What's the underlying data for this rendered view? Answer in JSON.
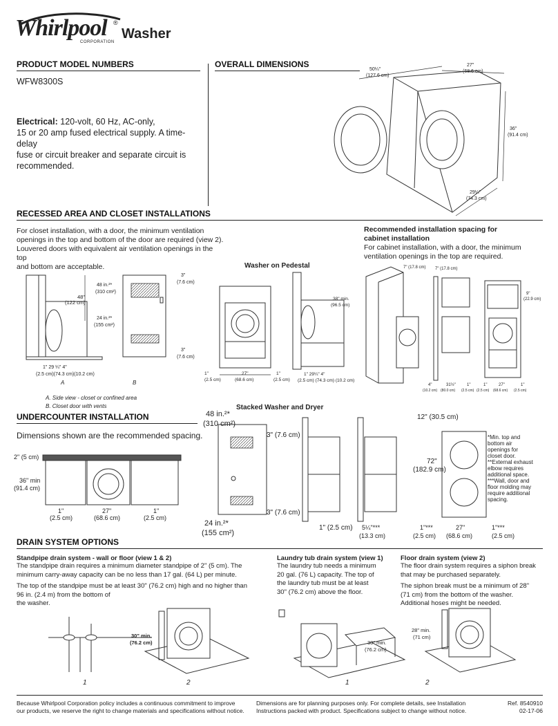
{
  "header": {
    "brand": "Whirlpool",
    "brand_reg": "®",
    "brand_corp": "CORPORATION",
    "product": "Washer"
  },
  "model": {
    "title": "PRODUCT MODEL NUMBERS",
    "number": "WFW8300S",
    "electrical_label": "Electrical:",
    "electrical_text": " 120-volt, 60 Hz, AC-only,",
    "electrical_lines": [
      "15 or 20 amp fused electrical supply. A time-delay",
      "fuse or circuit breaker and separate circuit is",
      "recommended."
    ]
  },
  "overall": {
    "title": "OVERALL DIMENSIONS",
    "dims": {
      "width_door": "50¼\"",
      "width_door_cm": "(127.6 cm)",
      "width": "27\"",
      "width_cm": "(68.6 cm)",
      "height": "36\"",
      "height_cm": "(91.4 cm)",
      "depth": "29¼\"",
      "depth_cm": "(74.3 cm)"
    }
  },
  "recessed": {
    "title": "RECESSED AREA AND CLOSET INSTALLATIONS",
    "text_lines": [
      "For closet installation, with a door, the minimum ventilation",
      "openings in the top and bottom of the door are required (view 2).",
      "Louvered doors with equivalent air ventilation openings in the top",
      "and bottom are acceptable."
    ],
    "side_h": "48\"",
    "side_h_cm": "(122 cm)",
    "vent_top": "48 in.²*",
    "vent_top_cm": "(310 cm²)",
    "vent_bot": "24 in.²*",
    "vent_bot_cm": "(155 cm²)",
    "gap_top": "3\"",
    "gap_top_cm": "(7.6 cm)",
    "gap_bot": "3\"",
    "gap_bot_cm": "(7.6 cm)",
    "bottom_dims": "1\"   29 ¼\"  4\"",
    "bottom_dims_cm": "(2.5 cm)(74.3 cm)(10.2 cm)",
    "label_a": "A",
    "label_b": "B",
    "caption_a": "A. Side view - closet or confined area",
    "caption_b": "B. Closet door with vents",
    "pedestal_title": "Washer on Pedestal",
    "ped_dims_1": "1\"",
    "ped_dims_1_cm": "(2.5 cm)",
    "ped_dims_27": "27\"",
    "ped_dims_27_cm": "(68.6 cm)",
    "ped_dims_1b": "1\"",
    "ped_dims_1b_cm": "(2.5 cm)",
    "ped_side_h": "38\" min.",
    "ped_side_h_cm": "(96.5 cm)",
    "ped_side_dims": "1\"    29¼\"    4\"",
    "ped_side_dims_cm": "(2.5 cm) (74.3 cm) (10.2 cm)"
  },
  "cabinet": {
    "title_lines": [
      "Recommended installation spacing for",
      "cabinet installation"
    ],
    "text_lines": [
      "For cabinet installation, with a door, the minimum",
      "ventilation openings in the top are required."
    ],
    "dim_7a": "7\" (17.8 cm)",
    "dim_7b": "7\" (17.8 cm)",
    "dim_9": "9\"",
    "dim_9_cm": "(22.9 cm)",
    "bottom_labels": [
      "4\"",
      "31½\"",
      "1\"",
      "1\"",
      "27\"",
      "1\""
    ],
    "bottom_labels_cm": [
      "(10.2 cm)",
      "(80.0 cm)",
      "(2.5 cm)",
      "(2.5 cm)",
      "(68.6 cm)",
      "(2.5 cm)"
    ]
  },
  "stacked": {
    "title": "Stacked Washer and Dryer",
    "vent_top": "48 in.²*",
    "vent_top_cm": "(310 cm²)",
    "vent_bot": "24 in.²*",
    "vent_bot_cm": "(155 cm²)",
    "gap_top": "3\" (7.6 cm)",
    "gap_bot": "3\" (7.6 cm)",
    "dim_1": "1\" (2.5 cm)",
    "dim_5": "5¼\"***",
    "dim_5_cm": "(13.3 cm)",
    "dim_12": "12\" (30.5 cm)",
    "dim_72": "72\"",
    "dim_72_cm": "(182.9 cm)",
    "dim_1a": "1\"***",
    "dim_1a_cm": "(2.5 cm)",
    "dim_27": "27\"",
    "dim_27_cm": "(68.6 cm)",
    "dim_1b": "1\"***",
    "dim_1b_cm": "(2.5 cm)",
    "notes": [
      "*Min. top and",
      "bottom air",
      "openings for",
      "closet door.",
      "**External exhaust",
      "elbow requires",
      "additional space.",
      "***Wall, door and",
      "floor molding may",
      "require additional",
      "spacing."
    ]
  },
  "undercounter": {
    "title": "UNDERCOUNTER INSTALLATION",
    "text": "Dimensions shown are the recommended spacing.",
    "dim_2": "2\" (5 cm)",
    "dim_36": "36\" min",
    "dim_36_cm": "(91.4 cm)",
    "dim_1a": "1\"",
    "dim_1a_cm": "(2.5 cm)",
    "dim_27": "27\"",
    "dim_27_cm": "(68.6 cm)",
    "dim_1b": "1\"",
    "dim_1b_cm": "(2.5 cm)"
  },
  "drain": {
    "title": "DRAIN SYSTEM OPTIONS",
    "standpipe_title": "Standpipe drain system - wall or floor (view 1 & 2)",
    "standpipe_lines": [
      "The standpipe drain requires a minimum diameter standpipe of 2\" (5 cm). The",
      "minimum carry-away capacity can be no less than 17 gal. (64 L) per minute.",
      "The top of the standpipe must be at least 30\" (76.2 cm) high and no higher than",
      "96 in. (2.4 m) from the bottom of",
      "the washer."
    ],
    "standpipe_min": "30\" min.",
    "standpipe_min_cm": "(76.2 cm)",
    "tub_title": "Laundry tub drain system (view 1)",
    "tub_lines": [
      "The laundry tub needs a minimum",
      "20 gal. (76 L) capacity. The top of",
      "the laundry tub must be at least",
      "30\" (76.2 cm) above the floor."
    ],
    "tub_min": "30\" min.",
    "tub_min_cm": "(76.2 cm)",
    "floor_title": "Floor drain system (view 2)",
    "floor_lines": [
      "The floor drain system requires a siphon break",
      "that may be purchased separately.",
      "The siphon break must be a minimum of 28\"",
      "(71 cm) from the bottom of the washer.",
      "Additional hoses might be needed."
    ],
    "floor_min": "28\" min.",
    "floor_min_cm": "(71 cm)",
    "view_1": "1",
    "view_2": "2",
    "view_1b": "1",
    "view_2b": "2"
  },
  "footer": {
    "left": [
      "Because Whirlpool Corporation policy includes a continuous commitment to improve",
      "our products, we reserve the right to change materials and specifications without notice."
    ],
    "middle": [
      "Dimensions are for planning purposes only.  For complete details, see Installation",
      "Instructions packed with product.  Specifications subject to change without notice."
    ],
    "ref": "Ref. 8540910",
    "date": "02-17-06"
  }
}
